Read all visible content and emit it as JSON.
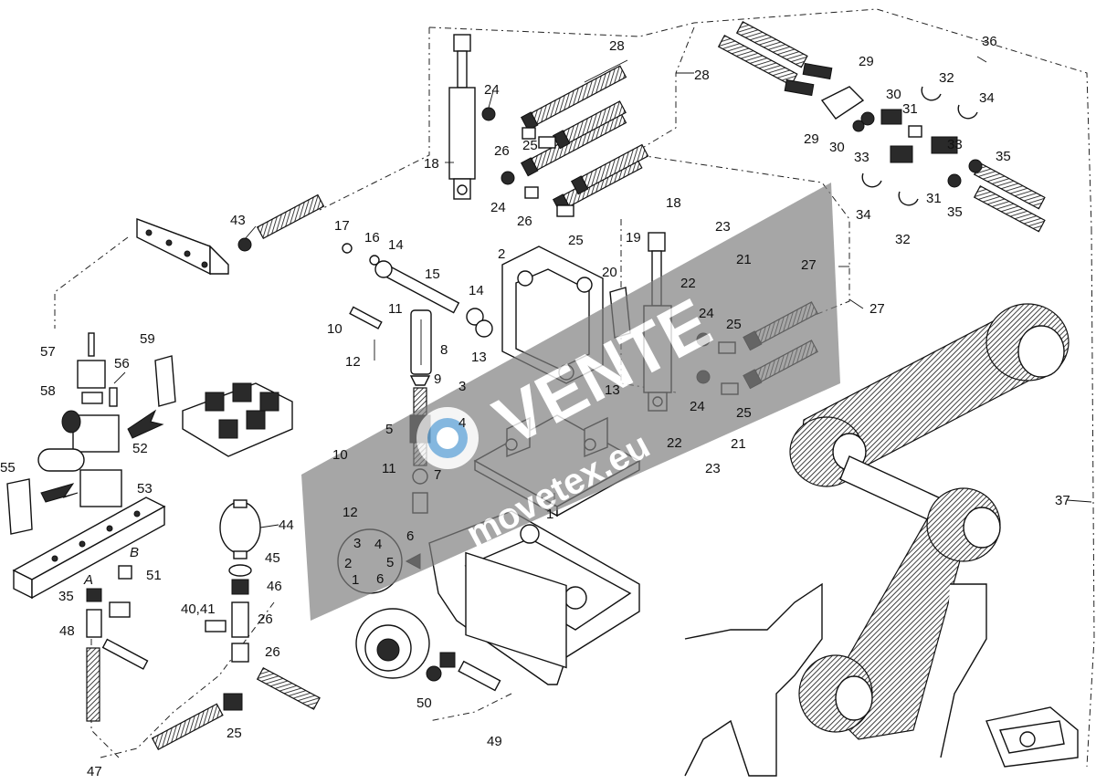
{
  "diagram": {
    "labels": [
      "1",
      "2",
      "3",
      "4",
      "5",
      "6",
      "7",
      "8",
      "9",
      "10",
      "10",
      "11",
      "11",
      "12",
      "12",
      "13",
      "13",
      "14",
      "14",
      "15",
      "16",
      "17",
      "18",
      "18",
      "19",
      "20",
      "21",
      "21",
      "22",
      "22",
      "23",
      "23",
      "24",
      "24",
      "24",
      "24",
      "25",
      "25",
      "25",
      "25",
      "25",
      "26",
      "26",
      "26",
      "26",
      "27",
      "27",
      "28",
      "28",
      "29",
      "29",
      "30",
      "30",
      "31",
      "31",
      "32",
      "32",
      "33",
      "33",
      "34",
      "34",
      "35",
      "35",
      "35",
      "36",
      "37",
      "40,41",
      "43",
      "44",
      "45",
      "46",
      "47",
      "48",
      "49",
      "50",
      "51",
      "52",
      "53",
      "55",
      "56",
      "57",
      "58",
      "59"
    ],
    "valve_ports": [
      "A",
      "B"
    ],
    "selector_positions": [
      "1",
      "2",
      "3",
      "4",
      "5",
      "6"
    ]
  },
  "watermark": {
    "line1": "VENTE",
    "line2": "movetex.eu"
  },
  "colors": {
    "line": "#111111",
    "watermark": "#7f7f7f",
    "watermark_accent": "#6aa8d8"
  }
}
